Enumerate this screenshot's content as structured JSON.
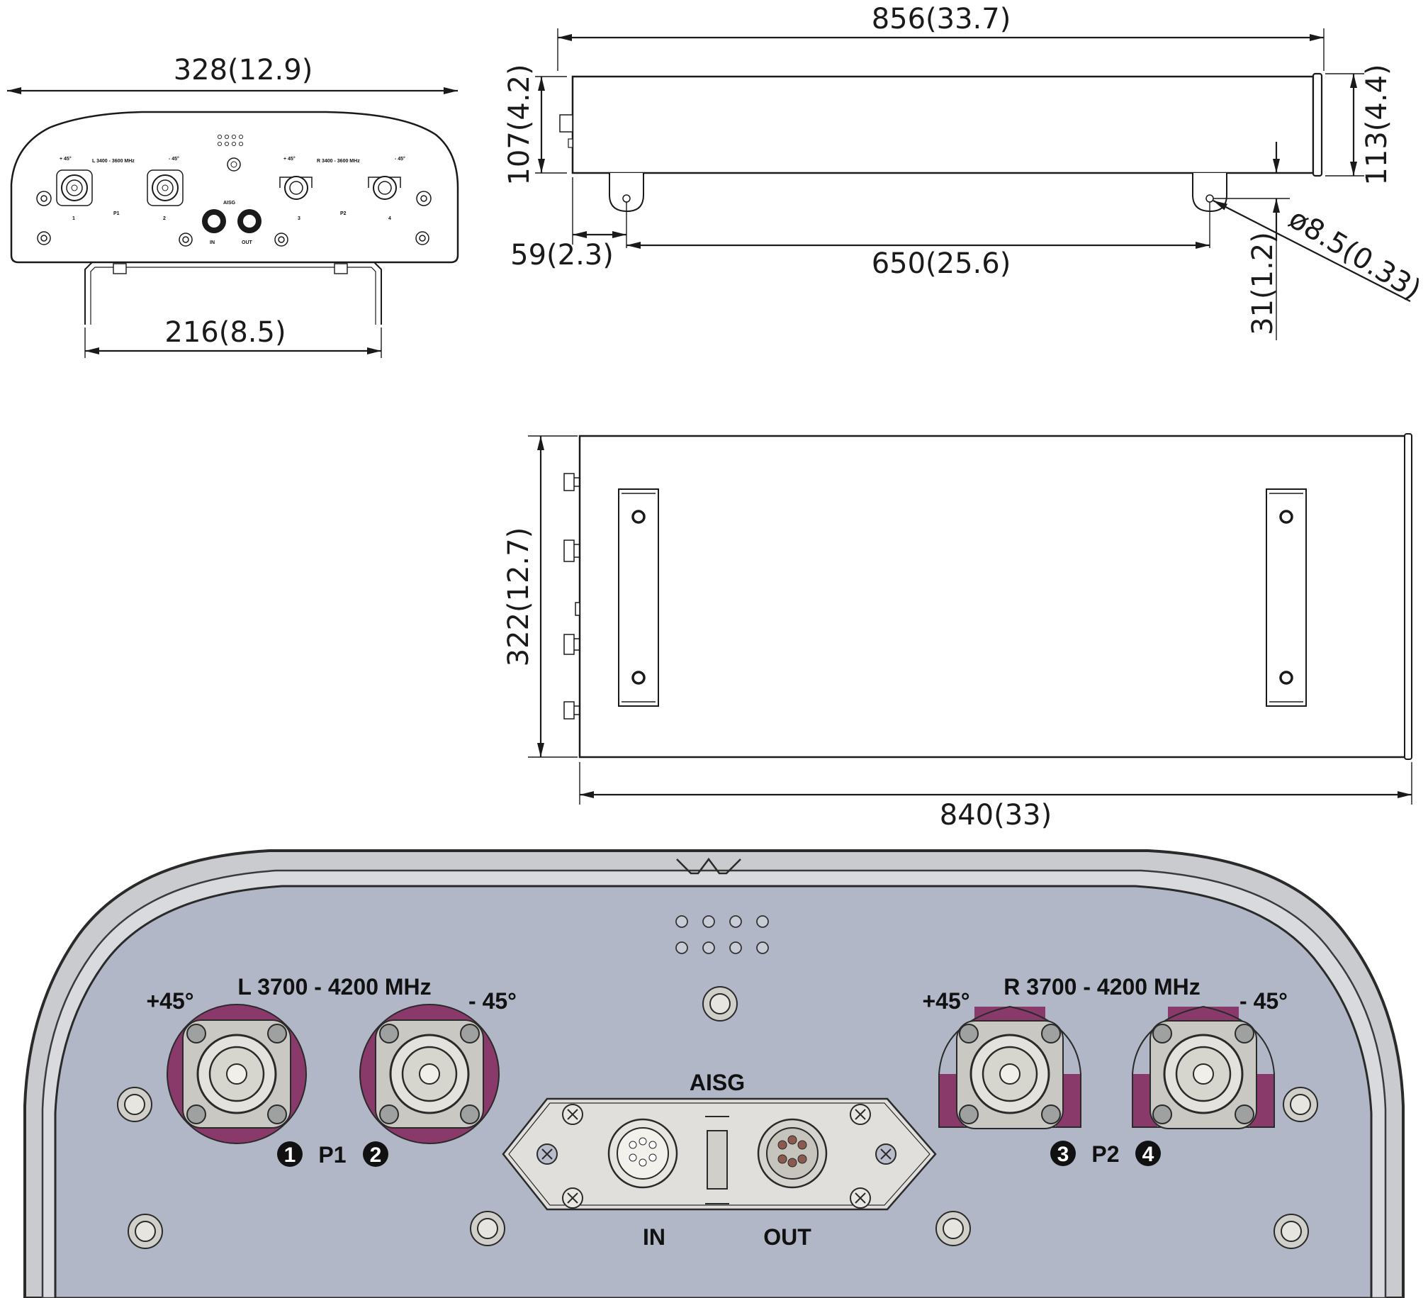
{
  "dimensions": {
    "front_width": "328(12.9)",
    "bracket_width": "216(8.5)",
    "side_length": "856(33.7)",
    "side_height_left": "107(4.2)",
    "side_height_right": "113(4.4)",
    "bracket_offset": "59(2.3)",
    "bracket_spacing": "650(25.6)",
    "hole_diameter": "ø8.5(0.33)",
    "bracket_drop": "31(1.2)",
    "top_depth": "322(12.7)",
    "top_length": "840(33)"
  },
  "small_panel": {
    "left_band": "L 3400 - 3600 MHz",
    "right_band": "R 3400 - 3600 MHz",
    "plus45": "+ 45°",
    "minus45": "- 45°",
    "port1": "P1",
    "port2": "P2",
    "aisg": "AISG",
    "in": "IN",
    "out": "OUT",
    "n1": "1",
    "n2": "2",
    "n3": "3",
    "n4": "4"
  },
  "large_panel": {
    "left_band": "L 3700 - 4200 MHz",
    "right_band": "R 3700 - 4200 MHz",
    "plus45_left": "+45°",
    "minus45_left": "- 45°",
    "plus45_right": "+45°",
    "minus45_right": "- 45°",
    "port1": "P1",
    "port2": "P2",
    "aisg": "AISG",
    "in": "IN",
    "out": "OUT",
    "n1": "1",
    "n2": "2",
    "n3": "3",
    "n4": "4"
  },
  "colors": {
    "panel_fill": "#b1b7c6",
    "connector_ring": "#8a3a6a",
    "bezel": "#c9cbcf"
  }
}
